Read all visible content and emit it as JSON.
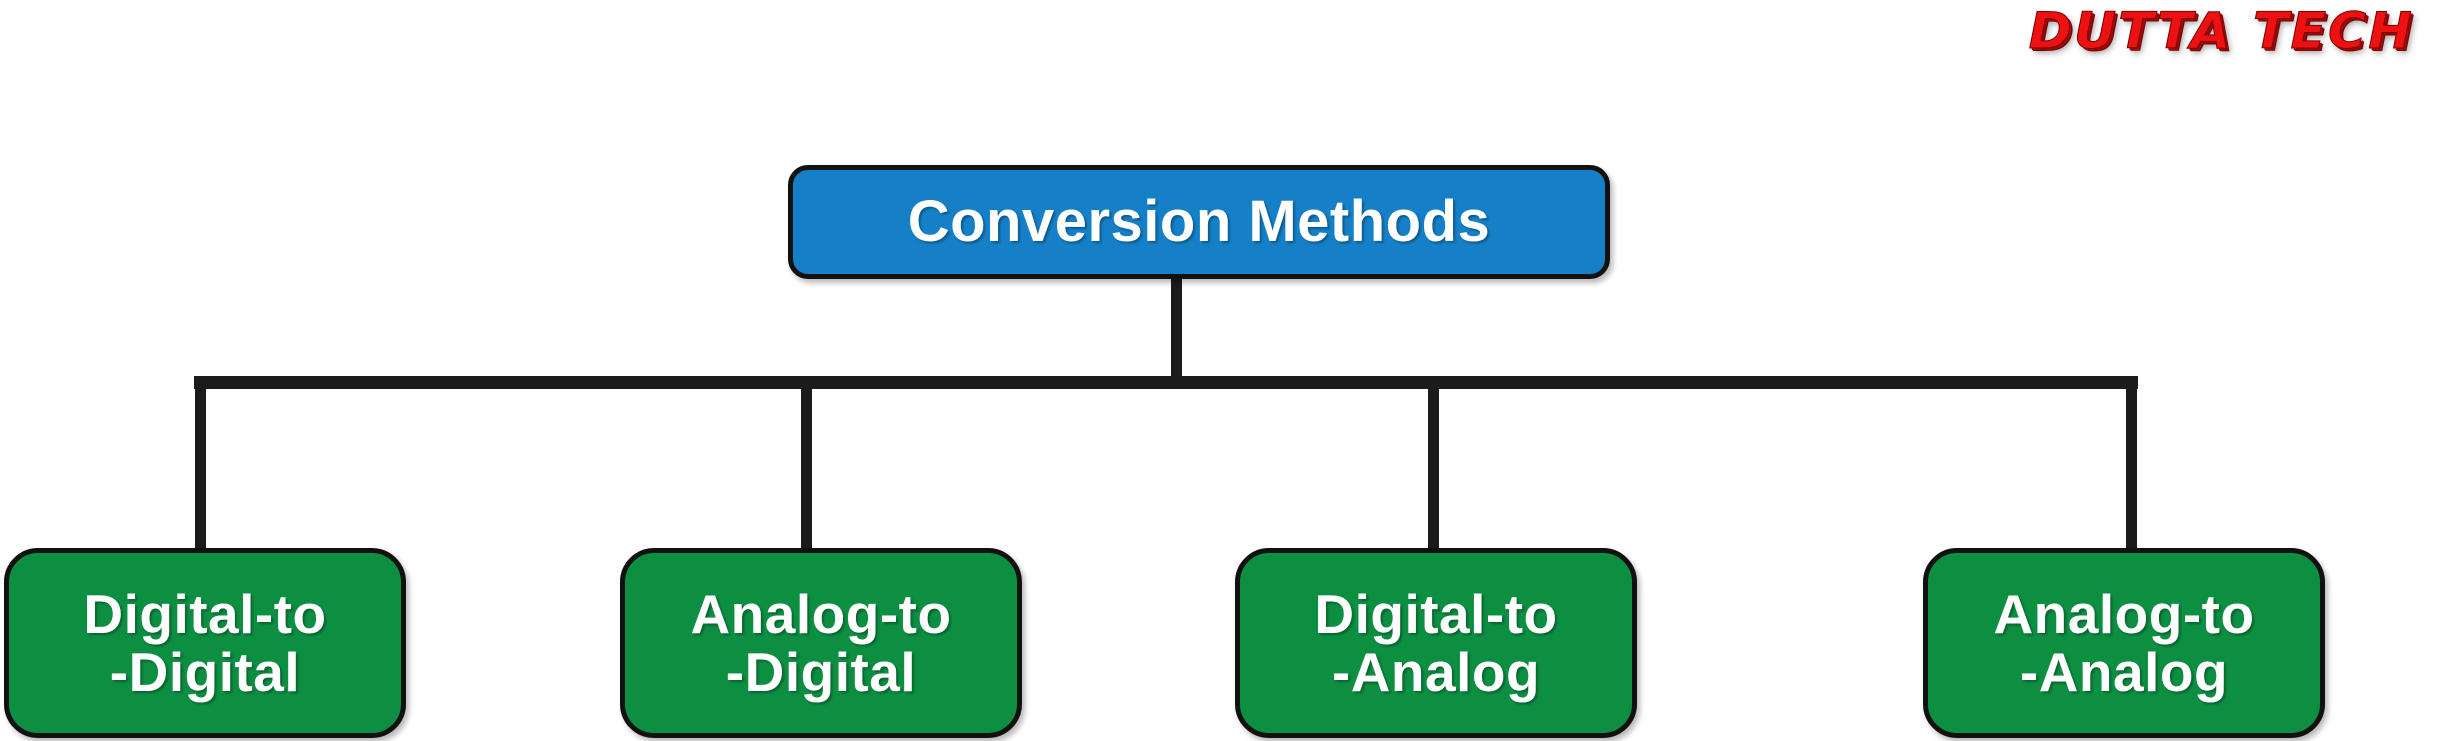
{
  "brand": {
    "text": "DUTTA TECH",
    "color": "#ee1111"
  },
  "diagram": {
    "title": "Conversion Methods",
    "root": {
      "label": "Conversion Methods",
      "fill": "#1580c8",
      "text_color": "#ffffff",
      "border_color": "#111111"
    },
    "children": [
      {
        "label": "Digital-to\n-Digital",
        "line1": "Digital-to",
        "line2": "-Digital",
        "fill": "#0d8f42"
      },
      {
        "label": "Analog-to\n-Digital",
        "line1": "Analog-to",
        "line2": "-Digital",
        "fill": "#0d8f42"
      },
      {
        "label": "Digital-to\n-Analog",
        "line1": "Digital-to",
        "line2": "-Analog",
        "fill": "#0d8f42"
      },
      {
        "label": "Analog-to\n-Analog",
        "line1": "Analog-to",
        "line2": "-Analog",
        "fill": "#0d8f42"
      }
    ],
    "connector_color": "#1b1b1b",
    "background": "#ffffff"
  }
}
